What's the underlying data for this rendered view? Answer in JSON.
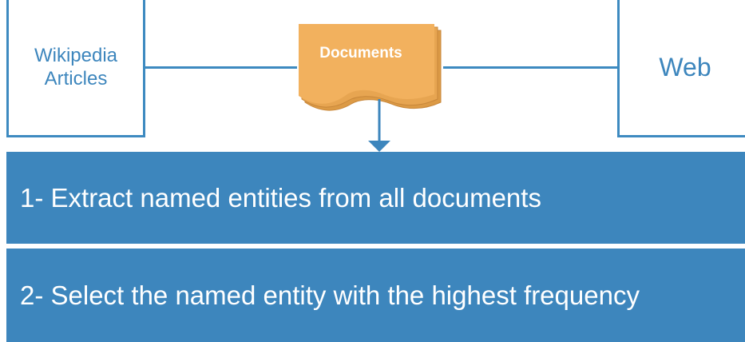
{
  "sources": {
    "left_label": "Wikipedia Articles",
    "right_label": "Web"
  },
  "documents": {
    "label": "Documents"
  },
  "steps": [
    {
      "text": "1- Extract named entities from all documents"
    },
    {
      "text": "2- Select the named entity with the highest frequency"
    }
  ],
  "colors": {
    "primary_blue": "#3d86bd",
    "document_orange": "#f2b15e",
    "document_edge": "#dc9a45",
    "text_white": "#ffffff"
  }
}
